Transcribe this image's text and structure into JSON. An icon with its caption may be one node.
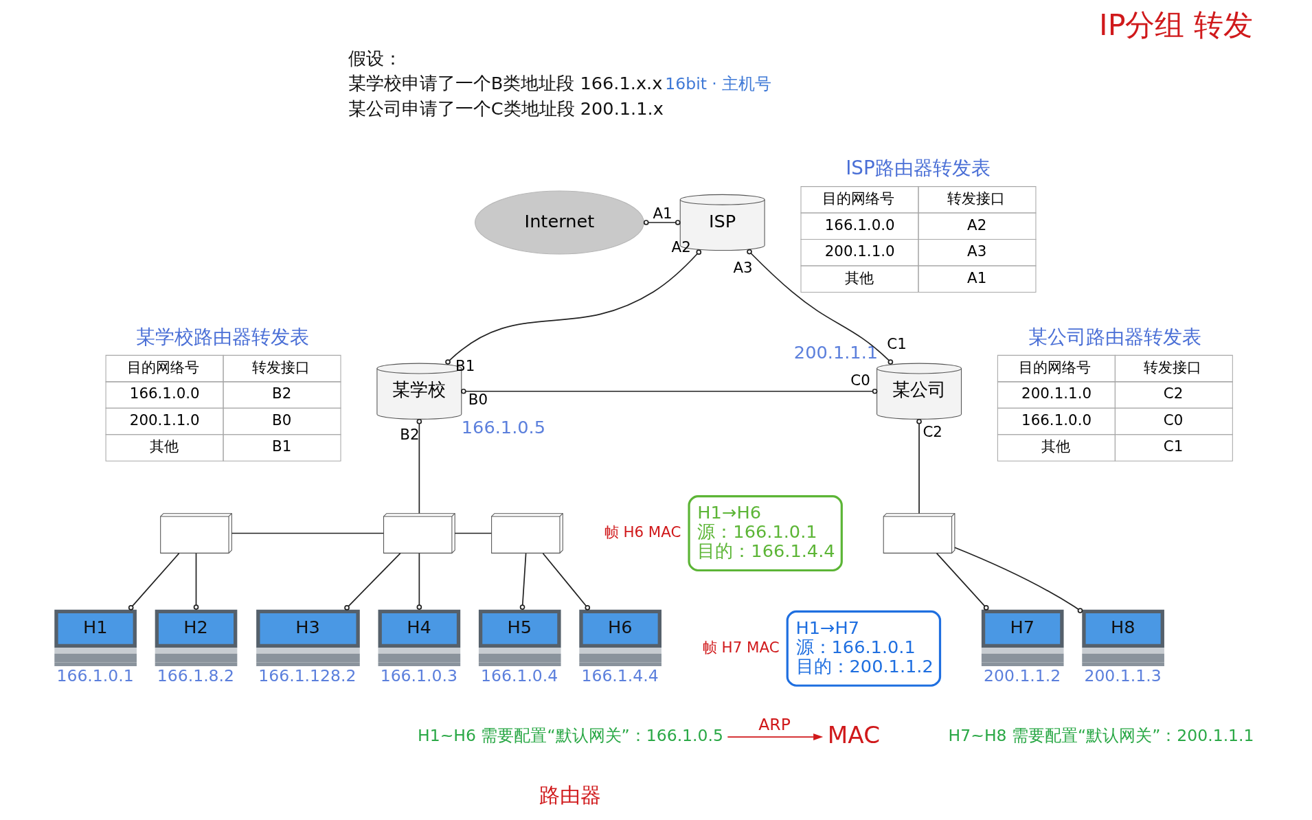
{
  "diagram": {
    "title": "IP分组 转发",
    "nodes": [
      {
        "text": [
          "Internet"
        ]
      },
      {
        "text": [
          "ISP"
        ],
        "beside": [
          "A1",
          "A2",
          "A3"
        ]
      },
      {
        "text": [
          "某学校"
        ],
        "beside": [
          "B1",
          "B0",
          "B2",
          "166.1.0.5"
        ]
      },
      {
        "text": [
          "某公司"
        ],
        "beside": [
          "C1",
          "C0",
          "C2",
          "200.1.1.1"
        ]
      },
      {
        "text": [],
        "shape": "box"
      },
      {
        "text": [],
        "shape": "box"
      },
      {
        "text": [],
        "shape": "box"
      },
      {
        "text": [
          "H1→H6",
          "源：166.1.0.1",
          "目的：166.1.4.4"
        ],
        "beside": [
          "帧 H6 MAC"
        ]
      },
      {
        "text": [],
        "shape": "box"
      },
      {
        "text": [
          "H1→H7",
          "源：166.1.0.1",
          "目的：200.1.1.2"
        ],
        "beside": [
          "帧 H7 MAC"
        ]
      },
      {
        "text": [
          "H1"
        ],
        "beside": [
          "166.1.0.1"
        ]
      },
      {
        "text": [
          "H2"
        ],
        "beside": [
          "166.1.8.2"
        ]
      },
      {
        "text": [
          "H3"
        ],
        "beside": [
          "166.1.128.2"
        ]
      },
      {
        "text": [
          "H4"
        ],
        "beside": [
          "166.1.0.3"
        ]
      },
      {
        "text": [
          "H5"
        ],
        "beside": [
          "166.1.0.4"
        ]
      },
      {
        "text": [
          "H6"
        ],
        "beside": [
          "166.1.4.4"
        ]
      },
      {
        "text": [
          "H7"
        ],
        "beside": [
          "200.1.1.2"
        ]
      },
      {
        "text": [
          "H8"
        ],
        "beside": [
          "200.1.1.3"
        ]
      },
      {
        "text": [
          "H1~H6 需要配置“默认网关”：166.1.0.5"
        ]
      },
      {
        "text": [
          "MAC"
        ]
      }
    ],
    "edges": [
      {
        "from": 0,
        "to": 1,
        "arrow": "other"
      },
      {
        "from": 1,
        "to": 2,
        "arrow": "other"
      },
      {
        "from": 1,
        "to": 3,
        "arrow": "other"
      },
      {
        "from": 2,
        "to": 3,
        "arrow": "other"
      },
      {
        "from": 2,
        "to": 5,
        "arrow": "other"
      },
      {
        "from": 4,
        "to": 5,
        "arrow": "none"
      },
      {
        "from": 5,
        "to": 6,
        "arrow": "none"
      },
      {
        "from": 4,
        "to": 10,
        "arrow": "other"
      },
      {
        "from": 4,
        "to": 11,
        "arrow": "other"
      },
      {
        "from": 5,
        "to": 12,
        "arrow": "other"
      },
      {
        "from": 5,
        "to": 13,
        "arrow": "other"
      },
      {
        "from": 6,
        "to": 14,
        "arrow": "other"
      },
      {
        "from": 6,
        "to": 15,
        "arrow": "other"
      },
      {
        "from": 3,
        "to": 8,
        "arrow": "other"
      },
      {
        "from": 8,
        "to": 16,
        "arrow": "other"
      },
      {
        "from": 8,
        "to": 17,
        "arrow": "other"
      },
      {
        "from": 18,
        "to": 19,
        "arrow": "to",
        "label": "ARP",
        "color": "#d0191b"
      }
    ],
    "labels": [
      "假设：",
      "某学校申请了一个B类地址段 166.1.x.x",
      "16bit · 主机号",
      "某公司申请了一个C类地址段 200.1.1.x",
      "ISP路由器转发表",
      "目的网络号",
      "转发接口",
      "166.1.0.0",
      "A2",
      "200.1.1.0",
      "A3",
      "其他",
      "A1",
      "某学校路由器转发表",
      "目的网络号",
      "转发接口",
      "166.1.0.0",
      "B2",
      "200.1.1.0",
      "B0",
      "其他",
      "B1",
      "某公司路由器转发表",
      "目的网络号",
      "转发接口",
      "200.1.1.0",
      "C2",
      "166.1.0.0",
      "C0",
      "其他",
      "C1",
      "H7~H8 需要配置“默认网关”：200.1.1.1",
      "路由器"
    ]
  }
}
